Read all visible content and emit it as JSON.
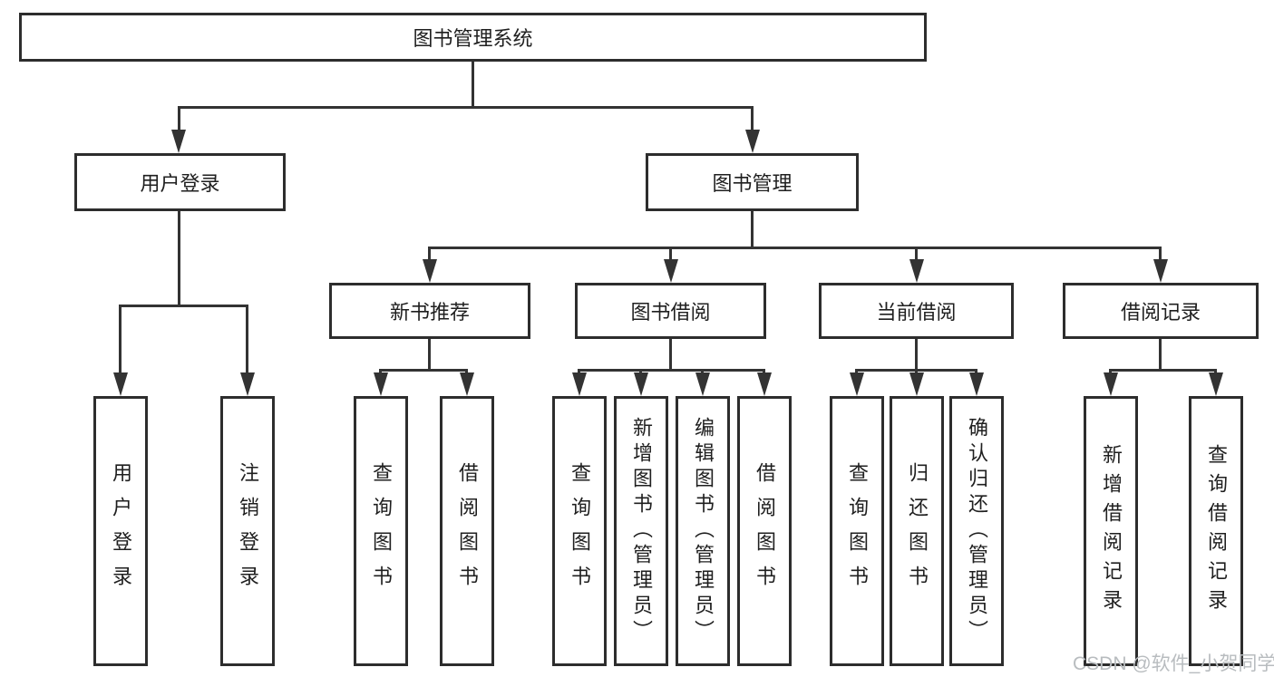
{
  "tree": {
    "root": "图书管理系统",
    "children": [
      {
        "label": "用户登录",
        "children": [
          {
            "label": "用户登录"
          },
          {
            "label": "注销登录"
          }
        ]
      },
      {
        "label": "图书管理",
        "children": [
          {
            "label": "新书推荐",
            "children": [
              {
                "label": "查询图书"
              },
              {
                "label": "借阅图书"
              }
            ]
          },
          {
            "label": "图书借阅",
            "children": [
              {
                "label": "查询图书"
              },
              {
                "label": "新增图书（管理员）"
              },
              {
                "label": "编辑图书（管理员）"
              },
              {
                "label": "借阅图书"
              }
            ]
          },
          {
            "label": "当前借阅",
            "children": [
              {
                "label": "查询图书"
              },
              {
                "label": "归还图书"
              },
              {
                "label": "确认归还（管理员）"
              }
            ]
          },
          {
            "label": "借阅记录",
            "children": [
              {
                "label": "新增借阅记录"
              },
              {
                "label": "查询借阅记录"
              }
            ]
          }
        ]
      }
    ]
  },
  "watermark": {
    "text": "CSDN @软件_小贺同学"
  },
  "colors": {
    "line": "#333333",
    "box_border": "#2d2d2d",
    "background": "#ffffff",
    "watermark_text": "#b8bcbf"
  }
}
